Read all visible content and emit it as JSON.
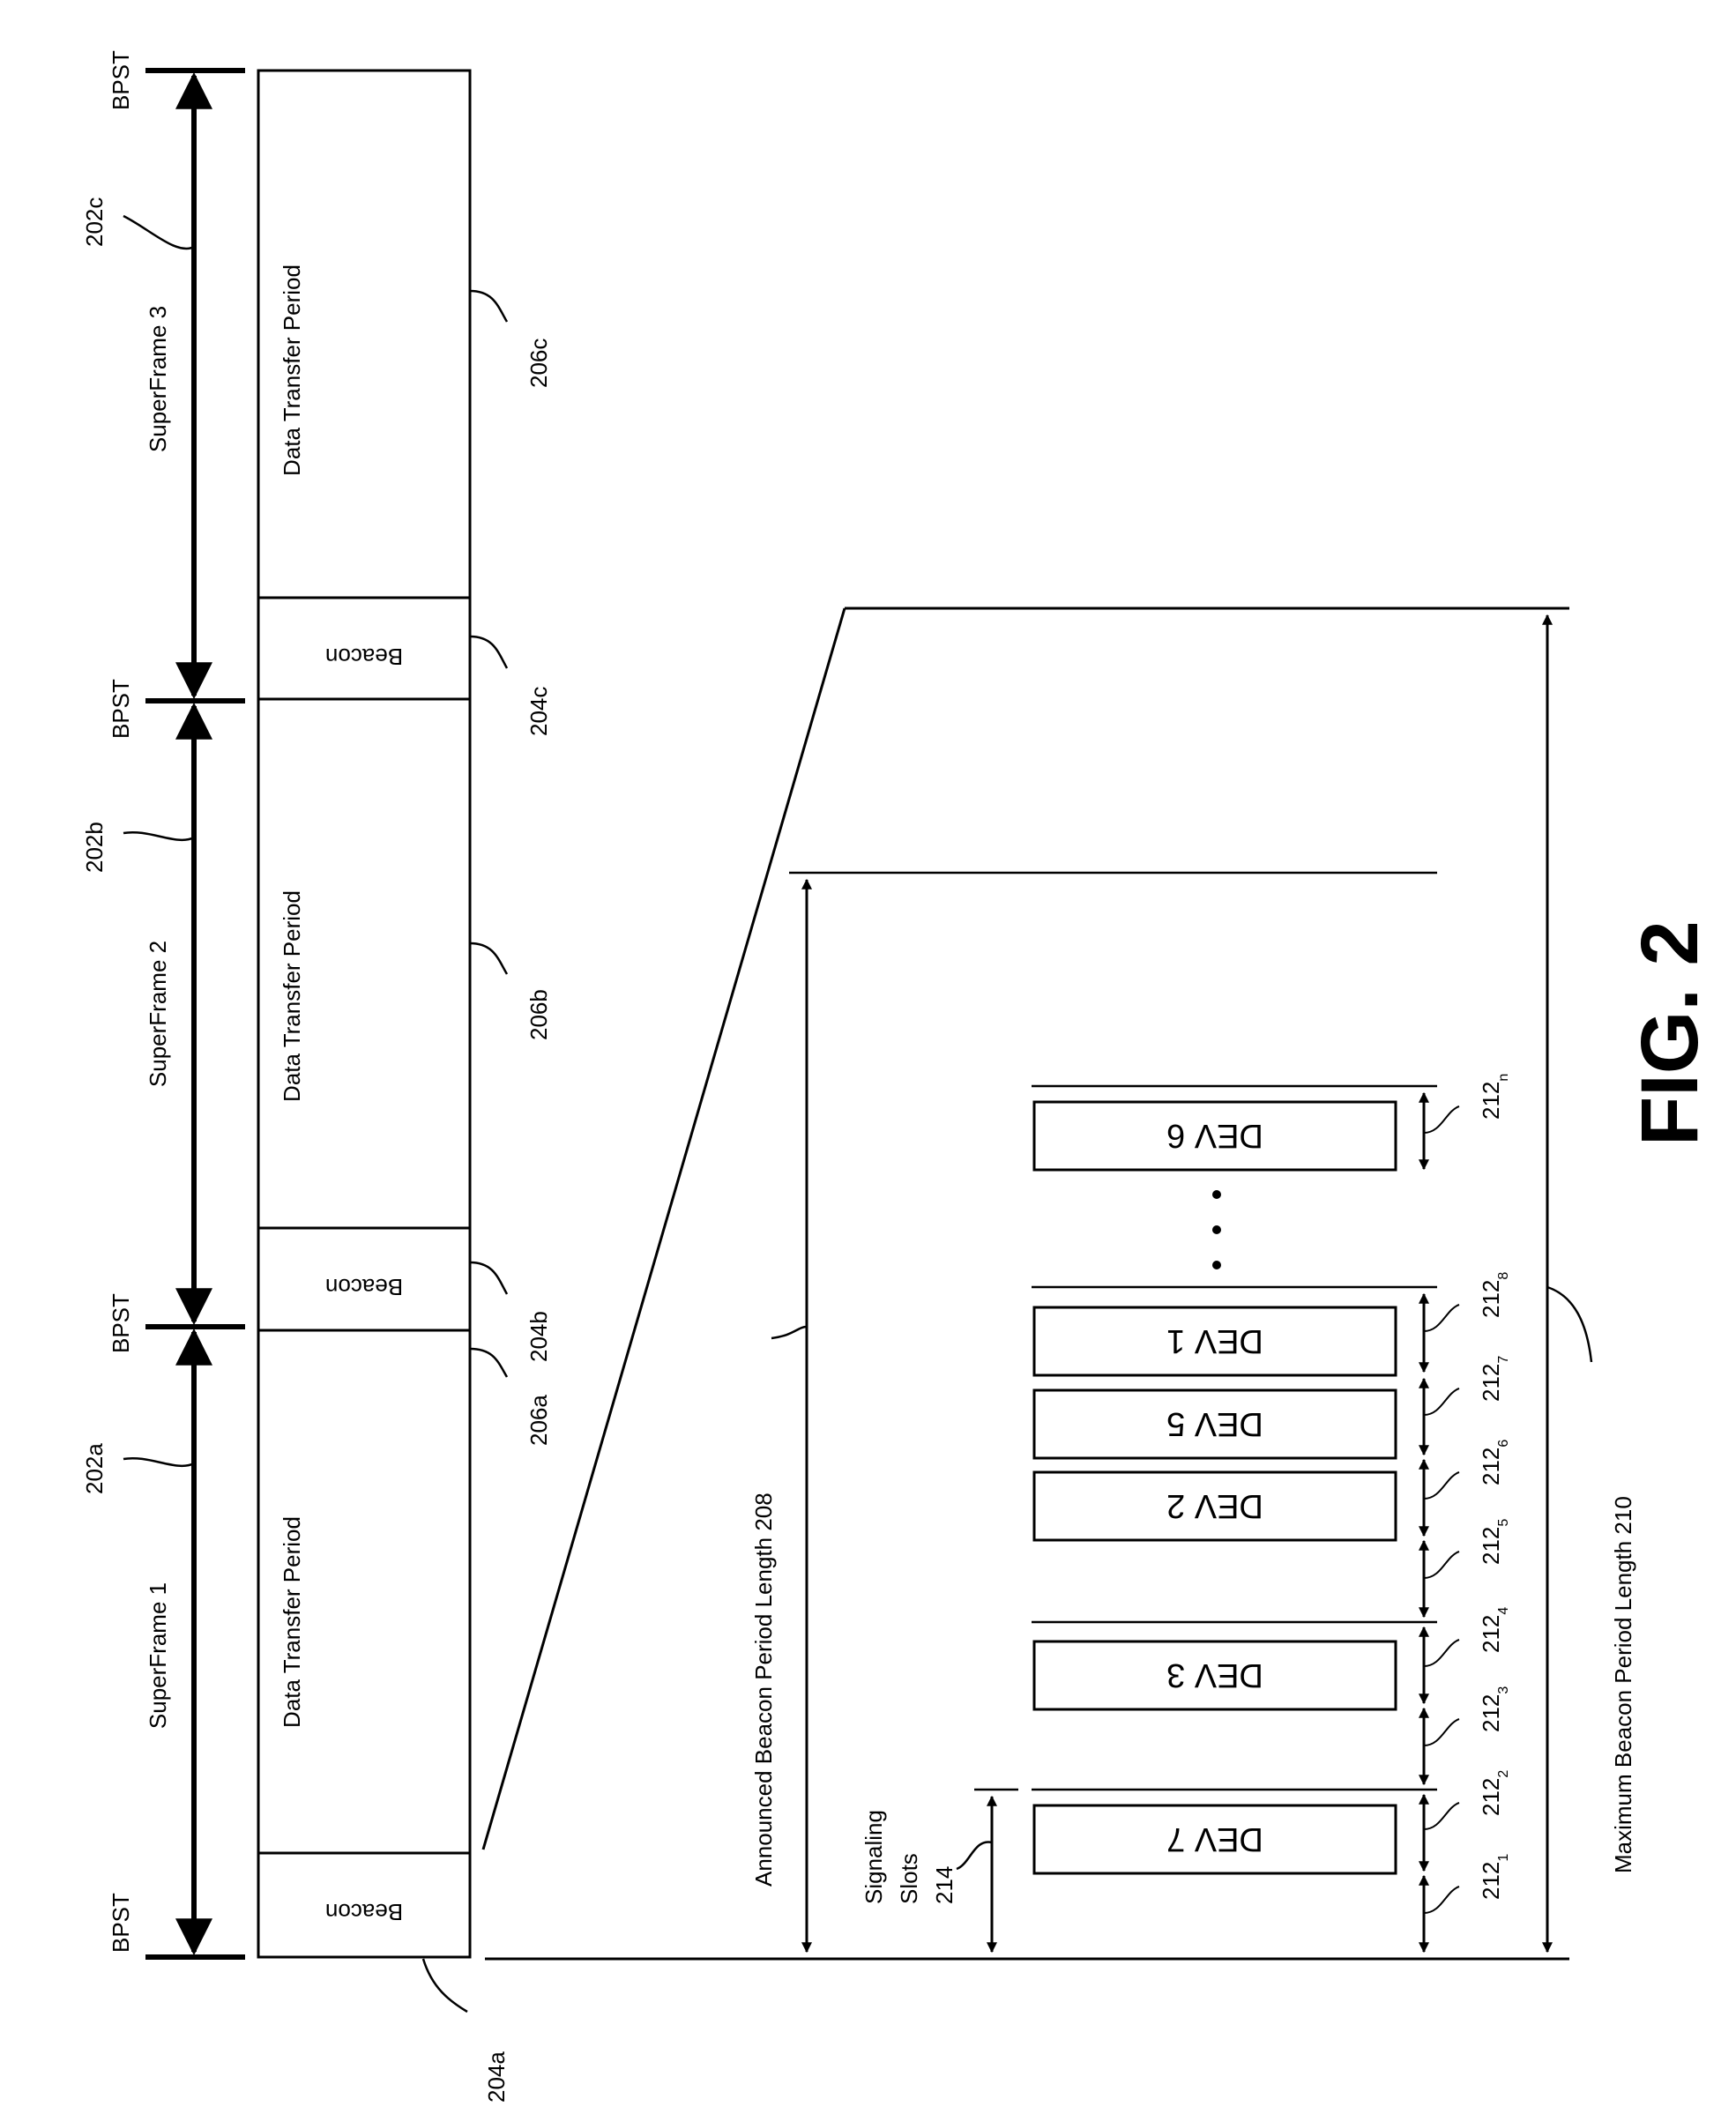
{
  "figure_label": "FIG. 2",
  "marker_label": "BPST",
  "superframes": [
    {
      "label": "SuperFrame 1",
      "ref": "202a",
      "beacon": "Beacon",
      "beacon_ref": "204a",
      "dtp": "Data Transfer Period",
      "dtp_ref": "206a"
    },
    {
      "label": "SuperFrame 2",
      "ref": "202b",
      "beacon": "Beacon",
      "beacon_ref": "204b",
      "dtp": "Data Transfer Period",
      "dtp_ref": "206b"
    },
    {
      "label": "SuperFrame 3",
      "ref": "202c",
      "beacon": "Beacon",
      "beacon_ref": "204c",
      "dtp": "Data Transfer Period",
      "dtp_ref": "206c"
    }
  ],
  "announced_length": "Announced Beacon Period Length 208",
  "maximum_length": "Maximum Beacon Period Length 210",
  "signaling": [
    "Signaling",
    "Slots",
    "214"
  ],
  "devices": [
    "DEV 7",
    "DEV 3",
    "DEV 2",
    "DEV 5",
    "DEV 1",
    "DEV 6"
  ],
  "slot_refs": [
    {
      "base": "212",
      "sub": "1"
    },
    {
      "base": "212",
      "sub": "2"
    },
    {
      "base": "212",
      "sub": "3"
    },
    {
      "base": "212",
      "sub": "4"
    },
    {
      "base": "212",
      "sub": "5"
    },
    {
      "base": "212",
      "sub": "6"
    },
    {
      "base": "212",
      "sub": "7"
    },
    {
      "base": "212",
      "sub": "8"
    },
    {
      "base": "212",
      "sub": "n"
    }
  ]
}
